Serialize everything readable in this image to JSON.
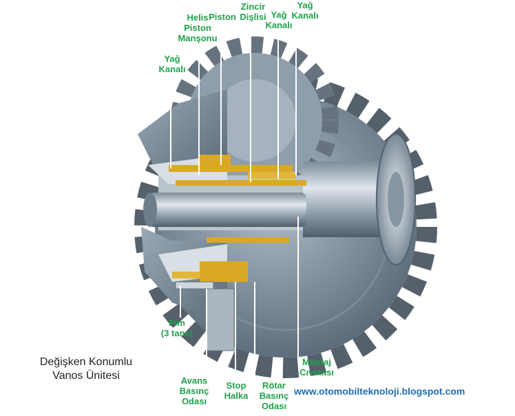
{
  "labels": {
    "helis_piston_mansonu": [
      "Helis",
      "Piston",
      "Manşonu"
    ],
    "piston": "Piston",
    "zincir_dislisi": [
      "Zincir",
      "Dişlisi"
    ],
    "yag_kanali_1": [
      "Yağ",
      "Kanalı"
    ],
    "yag_kanali_2": [
      "Yağ",
      "Kanalı"
    ],
    "yag_kanali_3": [
      "Yağ",
      "Kanalı"
    ],
    "pim": [
      "Pim",
      "(3 tane)"
    ],
    "avans_basinc_odasi": [
      "Avans",
      "Basınç",
      "Odası"
    ],
    "stop_halka": [
      "Stop",
      "Halka"
    ],
    "rotar_basinc_odasi": [
      "Rötar",
      "Basınç",
      "Odası"
    ],
    "montaj_civatasi": [
      "Montaj",
      "Cıvatası"
    ]
  },
  "title": [
    "Değişken Konumlu",
    "Vanos Ünitesi"
  ],
  "website": "www.otomobilteknoloji.blogspot.com",
  "colors": {
    "label_green": "#1fa24a",
    "link_blue": "#1f6fb5",
    "metal_dark": "#5f7080",
    "metal_light": "#c9d2da",
    "brass": "#d9a826"
  }
}
